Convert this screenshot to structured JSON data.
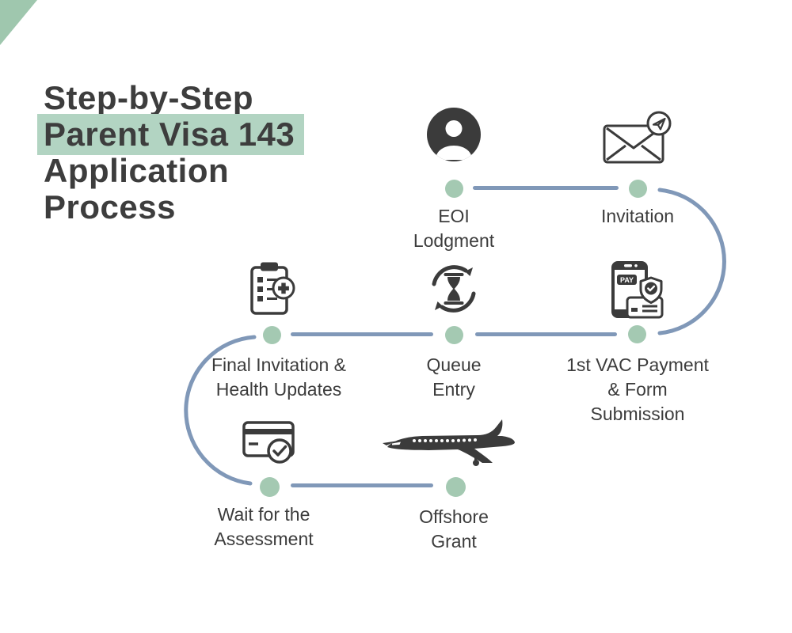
{
  "title": {
    "line1": "Step-by-Step",
    "line2_highlighted": "Parent Visa 143",
    "line3": "Application",
    "line4": "Process"
  },
  "colors": {
    "title_text": "#3d3d3d",
    "title_highlight": "#b2d4c2",
    "corner_triangle": "#9fc7ae",
    "node_dot": "#a4c9b2",
    "connector_line": "#8098b8",
    "icon_ink": "#3b3b3b",
    "label_text": "#3c3c3c"
  },
  "steps": [
    {
      "id": "eoi-lodgment",
      "icon": "user-icon",
      "label_lines": [
        "EOI",
        "Lodgment"
      ]
    },
    {
      "id": "invitation",
      "icon": "mail-send-icon",
      "label_lines": [
        "Invitation"
      ]
    },
    {
      "id": "vac-payment",
      "icon": "mobile-payment-icon",
      "icon_text": "PAY",
      "label_lines": [
        "1st VAC Payment",
        "& Form",
        "Submission"
      ]
    },
    {
      "id": "queue-entry",
      "icon": "hourglass-cycle-icon",
      "label_lines": [
        "Queue",
        "Entry"
      ]
    },
    {
      "id": "final-invitation",
      "icon": "medical-checklist-icon",
      "label_lines": [
        "Final Invitation &",
        "Health Updates"
      ]
    },
    {
      "id": "wait-assessment",
      "icon": "card-check-icon",
      "label_lines": [
        "Wait for the",
        "Assessment"
      ]
    },
    {
      "id": "offshore-grant",
      "icon": "airplane-icon",
      "label_lines": [
        "Offshore",
        "Grant"
      ]
    }
  ]
}
